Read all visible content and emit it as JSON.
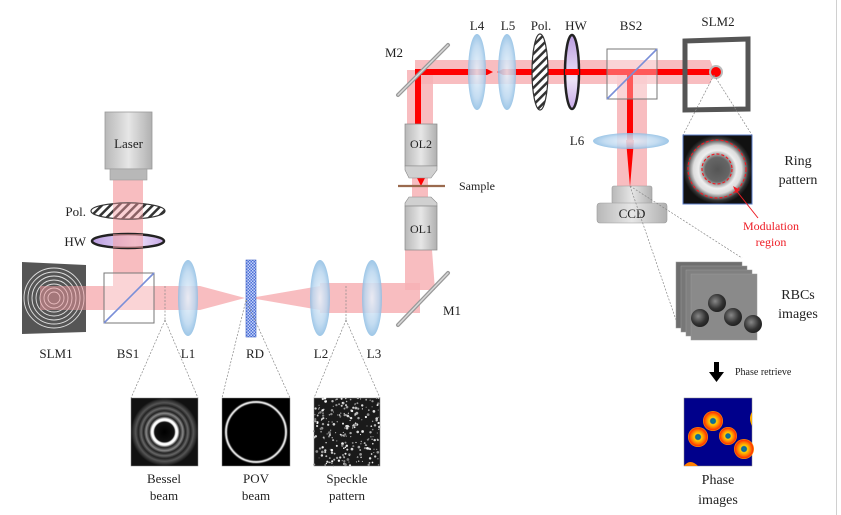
{
  "diagram": {
    "title": "Optical setup for phase retrieval imaging of RBCs",
    "colors": {
      "beam_wide": "#f7b2b5",
      "beam_focused": "#ff0000",
      "lens": "#a9cdea",
      "optics_gray": "#c8c8c8",
      "modulation_label": "#ee1c25",
      "phase_bg": "#00008b"
    },
    "components": {
      "laser": "Laser",
      "pol1": "Pol.",
      "hw1": "HW",
      "slm1": "SLM1",
      "bs1": "BS1",
      "l1": "L1",
      "rd": "RD",
      "l2": "L2",
      "l3": "L3",
      "m1": "M1",
      "ol1": "OL1",
      "ol2": "OL2",
      "sample": "Sample",
      "m2": "M2",
      "l4": "L4",
      "l5": "L5",
      "pol2": "Pol.",
      "hw2": "HW",
      "bs2": "BS2",
      "slm2": "SLM2",
      "l6": "L6",
      "ccd": "CCD"
    },
    "insets": {
      "bessel": [
        "Bessel",
        "beam"
      ],
      "pov": [
        "POV",
        "beam"
      ],
      "speckle": [
        "Speckle",
        "pattern"
      ],
      "ring": [
        "Ring",
        "pattern"
      ],
      "modulation": [
        "Modulation",
        "region"
      ],
      "rbcs": [
        "RBCs",
        "images"
      ],
      "phase": [
        "Phase",
        "images"
      ]
    },
    "arrow_label": "Phase retrieve"
  }
}
